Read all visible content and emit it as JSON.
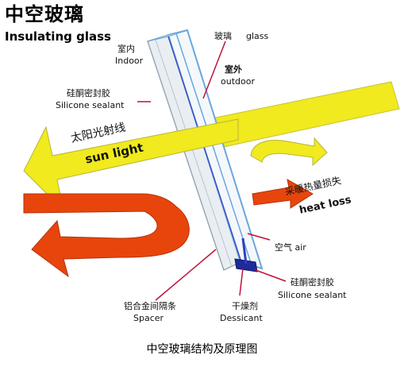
{
  "title": {
    "cn": "中空玻璃",
    "en": "Insulating glass"
  },
  "labels": {
    "indoor_cn": "室内",
    "indoor_en": "Indoor",
    "glass_cn": "玻璃",
    "glass_en": "glass",
    "outdoor_cn": "室外",
    "outdoor_en": "outdoor",
    "sealant_left_cn": "硅酮密封胶",
    "sealant_left_en": "Silicone sealant",
    "sunlight_cn": "太阳光射线",
    "sunlight_en": "sun light",
    "heatloss_cn": "采暖热量损失",
    "heatloss_en": "heat loss",
    "air": "空气 air",
    "sealant_right_cn": "硅酮密封胶",
    "sealant_right_en": "Silicone sealant",
    "spacer_cn": "铝合金间隔条",
    "spacer_en": "Spacer",
    "desiccant_cn": "干燥剂",
    "desiccant_en": "Dessicant"
  },
  "caption": "中空玻璃结构及原理图",
  "colors": {
    "sun_arrow": "#f0ea1e",
    "heat_arrow": "#e8450d",
    "glass_edge": "#6aa7dc",
    "glass_fill": "#eef4f8",
    "pointer": "#c0123a",
    "spacer": "#1f2b9a"
  }
}
